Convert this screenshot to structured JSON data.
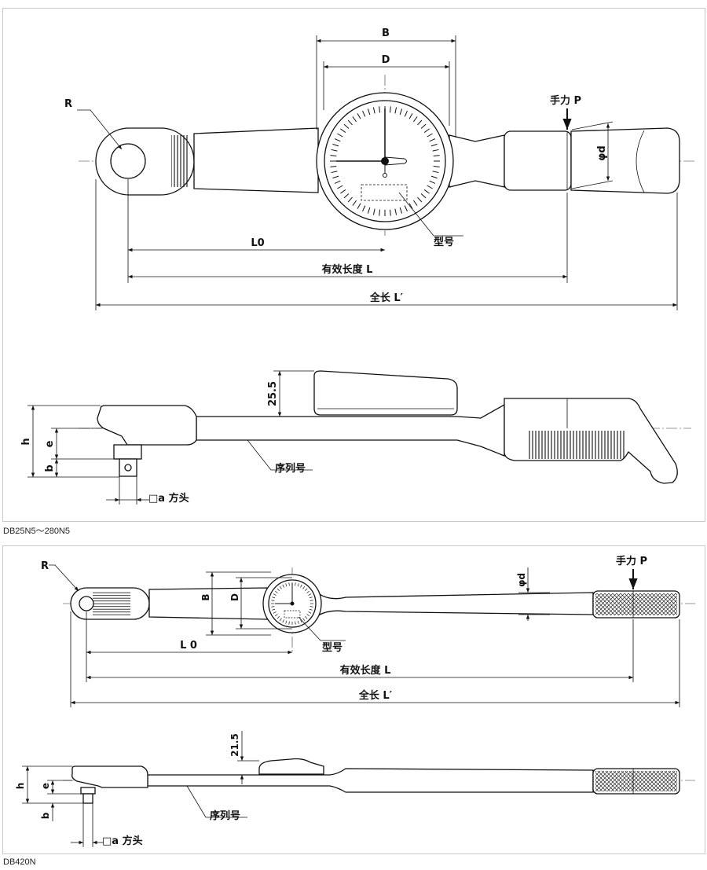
{
  "top": {
    "labels": {
      "radius": "R",
      "width_b": "B",
      "diameter_d": "D",
      "hand_force": "手力 P",
      "grip_diameter": "φd",
      "model": "型号",
      "length_l0": "L0",
      "effective_length": "有效长度 L",
      "overall_length": "全长 L′",
      "height_25_5": "25.5",
      "height_h": "h",
      "height_e": "e",
      "height_b": "b",
      "serial": "序列号",
      "square_drive": "□a  方头"
    },
    "caption": "DB25N5～280N5"
  },
  "bottom": {
    "labels": {
      "radius": "R",
      "width_b": "B",
      "diameter_d": "D",
      "hand_force": "手力 P",
      "grip_diameter": "φd",
      "model": "型号",
      "length_l0": "L 0",
      "effective_length": "有效长度 L",
      "overall_length": "全长 L′",
      "height_21_5": "21.5",
      "height_h": "h",
      "height_e": "e",
      "height_b": "b",
      "serial": "序列号",
      "square_drive": "□a  方头"
    },
    "caption": "DB420N"
  }
}
